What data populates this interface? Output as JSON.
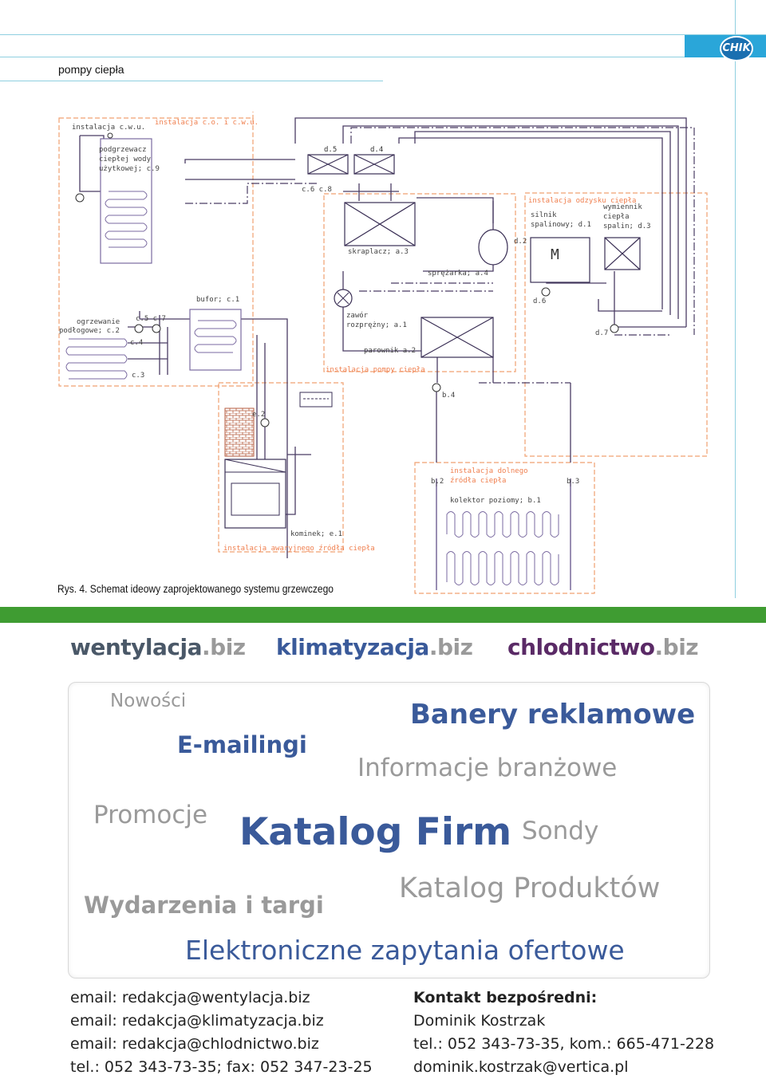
{
  "header": {
    "section_label": "pompy ciepła",
    "logo_text": "CHIK"
  },
  "figure": {
    "caption": "Rys. 4. Schemat ideowy zaprojektowanego systemu grzewczego",
    "labels": {
      "cwu": "instalacja c.w.u.",
      "co_cwu": "instalacja c.o. i c.w.u.",
      "heater": [
        "podgrzewacz",
        "ciepłej wody",
        "użytkowej; c.9"
      ],
      "d5": "d.5",
      "d4": "d.4",
      "c6c8": "c.6 c.8",
      "skraplacz": "skraplacz; a.3",
      "sprezarka": "sprężarka; a.4",
      "zawor": [
        "zawór",
        "rozprężny; a.1"
      ],
      "parownik": "parownik a.2",
      "pompa": "instalacja pompy ciepła",
      "odzysk": "instalacja odzysku ciepła",
      "silnik": [
        "silnik",
        "spalinowy; d.1"
      ],
      "wymiennik": [
        "wymiennik",
        "ciepła",
        "spalin; d.3"
      ],
      "d2": "d.2",
      "d6": "d.6",
      "d7": "d.7",
      "M": "M",
      "bufor": "bufor; c.1",
      "ogrzewanie": [
        "ogrzewanie",
        "podłogowe; c.2"
      ],
      "c5c7": "c.5 c.7",
      "c4": "c.4",
      "c3": "c.3",
      "e2": "e.2",
      "kominek": "kominek; e.1",
      "awaryjne": "instalacja awaryjnego źródła ciepła",
      "b4": "b.4",
      "dolne": [
        "instalacja dolnego",
        "źródła ciepła"
      ],
      "b2": "b.2",
      "b3": "b.3",
      "kolektor": "kolektor poziomy; b.1"
    }
  },
  "brands": [
    {
      "name": "wentylacja",
      "tld": ".biz",
      "color": "#4a5868"
    },
    {
      "name": "klimatyzacja",
      "tld": ".biz",
      "color": "#3a5a9a"
    },
    {
      "name": "chlodnictwo",
      "tld": ".biz",
      "color": "#5a2a66"
    }
  ],
  "tags": {
    "nowosci": "Nowości",
    "banery": "Banery reklamowe",
    "emailingi": "E-mailingi",
    "informacje": "Informacje branżowe",
    "promocje": "Promocje",
    "katalog_firm": "Katalog Firm",
    "sondy": "Sondy",
    "wydarzenia": "Wydarzenia i targi",
    "katalog_produktow": "Katalog Produktów",
    "zapytania": "Elektroniczne zapytania ofertowe"
  },
  "contacts": {
    "left": [
      "email: redakcja@wentylacja.biz",
      "email: redakcja@klimatyzacja.biz",
      "email: redakcja@chlodnictwo.biz",
      "tel.: 052 343-73-35; fax: 052 347-23-25"
    ],
    "right_title": "Kontakt bezpośredni:",
    "right": [
      "Dominik Kostrzak",
      "tel.: 052 343-73-35, kom.: 665-471-228",
      "dominik.kostrzak@vertica.pl"
    ]
  },
  "colors": {
    "accent_blue": "#2aa6d9",
    "green_band": "#3f9c32",
    "tag_blue": "#3a5a9a",
    "tag_grey": "#9a9a9a"
  }
}
